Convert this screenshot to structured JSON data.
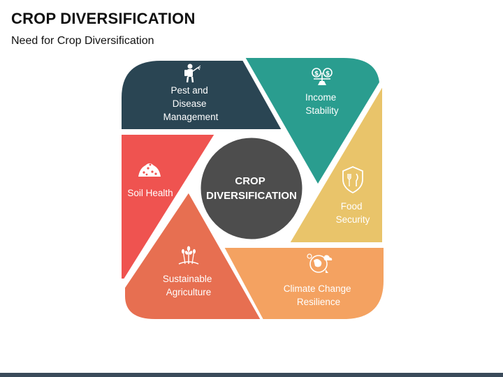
{
  "title": "CROP DIVERSIFICATION",
  "subtitle": "Need for Crop Diversification",
  "center": {
    "line1": "CROP",
    "line2": "DIVERSIFICATION",
    "color": "#4d4d4d"
  },
  "segments": [
    {
      "id": "pest",
      "lines": [
        "Pest and",
        "Disease",
        "Management"
      ],
      "color": "#2a4553",
      "icon": "sprayer-person-icon"
    },
    {
      "id": "income",
      "lines": [
        "Income",
        "Stability"
      ],
      "color": "#2a9d8f",
      "icon": "money-scale-icon"
    },
    {
      "id": "food",
      "lines": [
        "Food",
        "Security"
      ],
      "color": "#e9c46a",
      "icon": "shield-fork-knife-icon"
    },
    {
      "id": "climate",
      "lines": [
        "Climate Change",
        "Resilience"
      ],
      "color": "#f4a261",
      "icon": "climate-globe-icon"
    },
    {
      "id": "agri",
      "lines": [
        "Sustainable",
        "Agriculture"
      ],
      "color": "#e76f51",
      "icon": "wheat-icon"
    },
    {
      "id": "soil",
      "lines": [
        "Soil Health"
      ],
      "color": "#ef5350",
      "icon": "soil-pile-icon"
    }
  ],
  "bottom_bar_color": "#3a4a5a"
}
